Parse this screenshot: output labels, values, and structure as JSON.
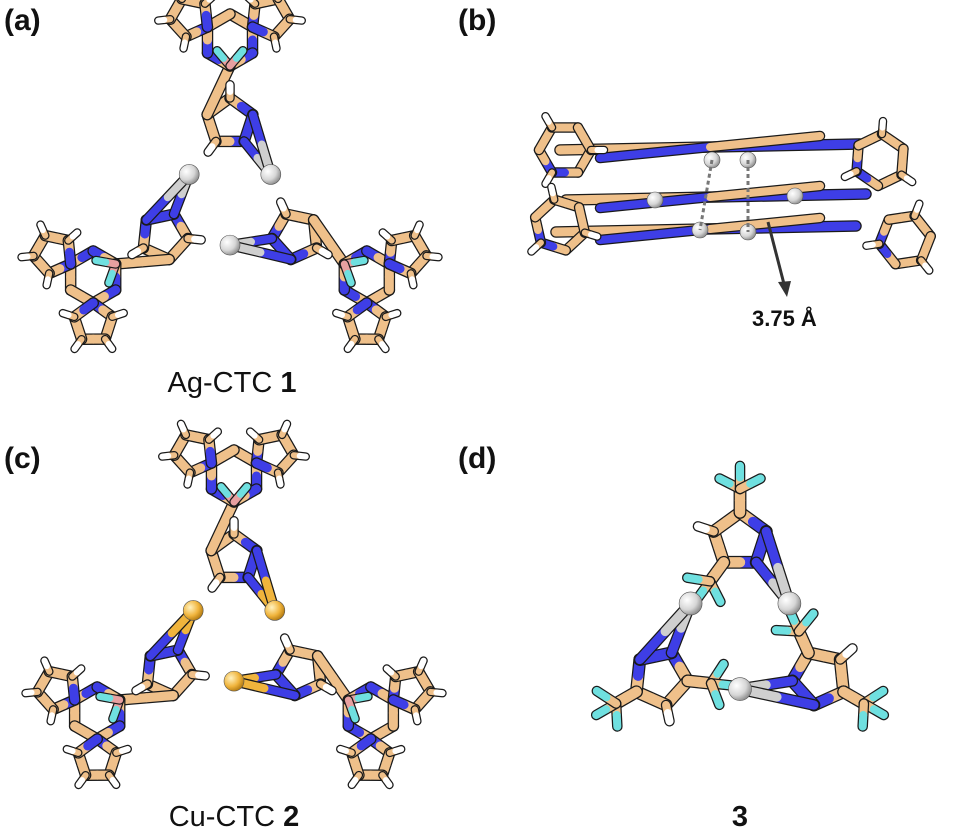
{
  "panels": {
    "a": {
      "letter": "(a)",
      "caption_text": "Ag-CTC ",
      "caption_num": "1"
    },
    "b": {
      "letter": "(b)",
      "distance": "3.75 Å"
    },
    "c": {
      "letter": "(c)",
      "caption_text": "Cu-CTC ",
      "caption_num": "2"
    },
    "d": {
      "letter": "(d)",
      "caption_text": "",
      "caption_num": "3"
    }
  },
  "colors": {
    "carbon": "#efc08a",
    "nitrogen": "#3e3ee6",
    "hydrogen": "#ffffff",
    "boron": "#e8a0a0",
    "fluorine": "#6fe0e0",
    "silver": "#d9d9d9",
    "copper": "#f0b43c",
    "outline": "#1a1a1a"
  }
}
